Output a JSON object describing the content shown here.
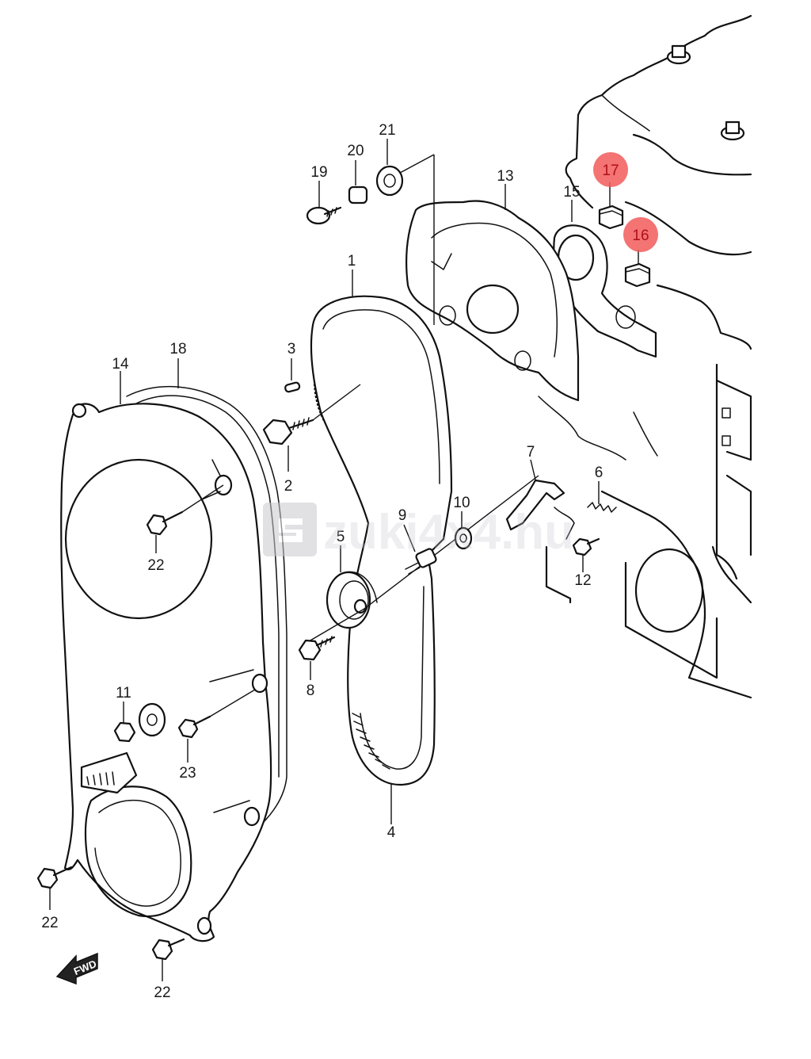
{
  "callouts": {
    "c1": "1",
    "c2": "2",
    "c3": "3",
    "c4": "4",
    "c5": "5",
    "c6": "6",
    "c7": "7",
    "c8": "8",
    "c9": "9",
    "c10": "10",
    "c11": "11",
    "c12": "12",
    "c13": "13",
    "c14": "14",
    "c15": "15",
    "c16": "16",
    "c17": "17",
    "c18": "18",
    "c19": "19",
    "c20": "20",
    "c21": "21",
    "c22a": "22",
    "c22b": "22",
    "c22c": "22",
    "c23": "23"
  },
  "highlighted_parts": [
    "16",
    "17"
  ],
  "highlight_color": "#f25a5a",
  "watermark": "zuki4x4.hu",
  "fwd_label": "FWD"
}
